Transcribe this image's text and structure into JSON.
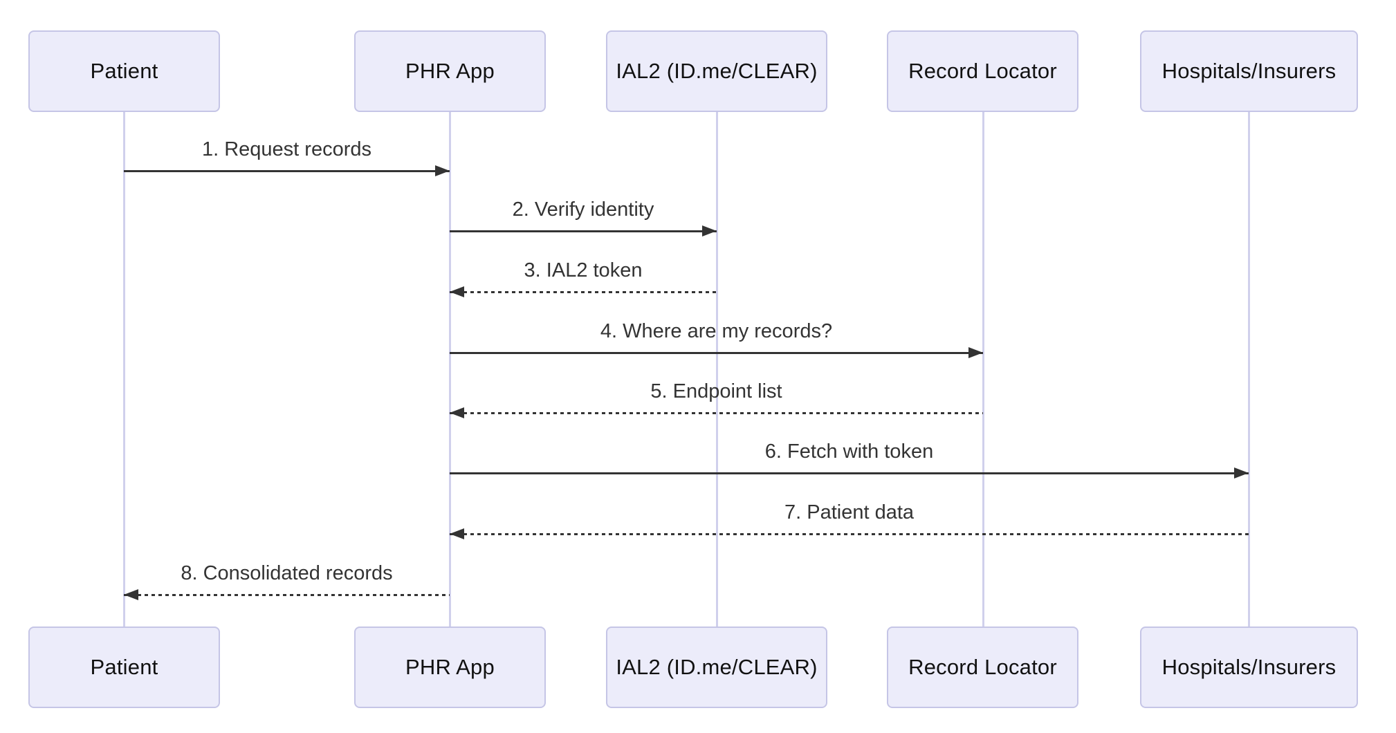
{
  "diagram": {
    "type": "sequence-diagram",
    "actors": [
      {
        "id": "patient",
        "name": "Patient"
      },
      {
        "id": "phr-app",
        "name": "PHR App"
      },
      {
        "id": "ial2",
        "name": "IAL2 (ID.me/CLEAR)"
      },
      {
        "id": "record-locator",
        "name": "Record Locator"
      },
      {
        "id": "hospitals-insurers",
        "name": "Hospitals/Insurers"
      }
    ],
    "messages": [
      {
        "seq": 1,
        "from": "Patient",
        "to": "PHR App",
        "label": "1. Request records",
        "line": "solid",
        "direction": "right"
      },
      {
        "seq": 2,
        "from": "PHR App",
        "to": "IAL2 (ID.me/CLEAR)",
        "label": "2. Verify identity",
        "line": "solid",
        "direction": "right"
      },
      {
        "seq": 3,
        "from": "IAL2 (ID.me/CLEAR)",
        "to": "PHR App",
        "label": "3. IAL2 token",
        "line": "dashed",
        "direction": "left"
      },
      {
        "seq": 4,
        "from": "PHR App",
        "to": "Record Locator",
        "label": "4. Where are my records?",
        "line": "solid",
        "direction": "right"
      },
      {
        "seq": 5,
        "from": "Record Locator",
        "to": "PHR App",
        "label": "5. Endpoint list",
        "line": "dashed",
        "direction": "left"
      },
      {
        "seq": 6,
        "from": "PHR App",
        "to": "Hospitals/Insurers",
        "label": "6. Fetch with token",
        "line": "solid",
        "direction": "right"
      },
      {
        "seq": 7,
        "from": "Hospitals/Insurers",
        "to": "PHR App",
        "label": "7. Patient data",
        "line": "dashed",
        "direction": "left"
      },
      {
        "seq": 8,
        "from": "PHR App",
        "to": "Patient",
        "label": "8. Consolidated records",
        "line": "dashed",
        "direction": "left"
      }
    ],
    "colors": {
      "actor_fill": "#ECECFA",
      "actor_border": "#C5C5E6",
      "lifeline": "#D0D0EC",
      "message_line": "#333333",
      "message_text": "#333333",
      "actor_text": "#111111",
      "background": "#FFFFFF"
    }
  }
}
